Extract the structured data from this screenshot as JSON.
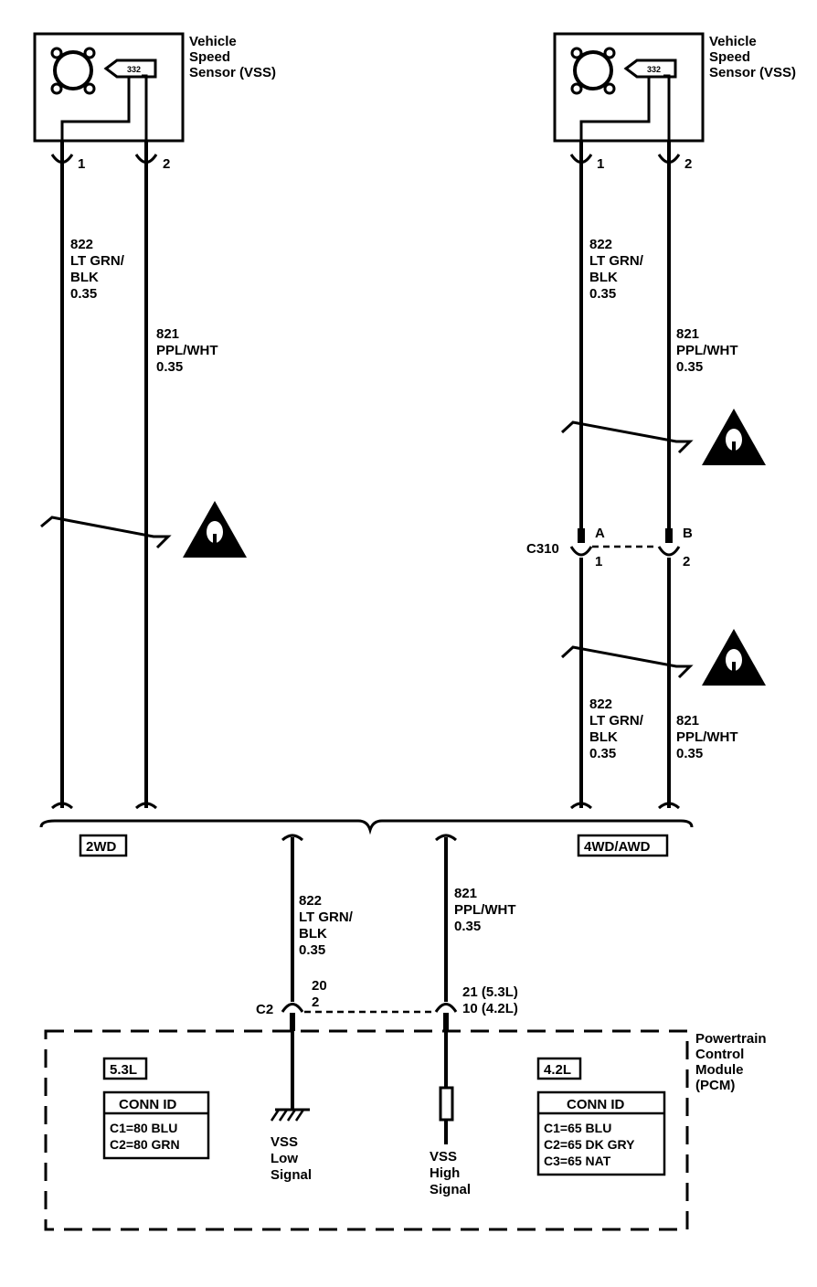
{
  "sensor_left": {
    "title": [
      "Vehicle",
      "Speed",
      "Sensor (VSS)"
    ],
    "pin1": "1",
    "pin2": "2"
  },
  "sensor_right": {
    "title": [
      "Vehicle",
      "Speed",
      "Sensor (VSS)"
    ],
    "pin1": "1",
    "pin2": "2"
  },
  "wire_822": [
    "822",
    "LT GRN/",
    "BLK",
    "0.35"
  ],
  "wire_821": [
    "821",
    "PPL/WHT",
    "0.35"
  ],
  "connector_c310": {
    "name": "C310",
    "pin_a_top": "A",
    "pin_a_bottom": "1",
    "pin_b_top": "B",
    "pin_b_bottom": "2"
  },
  "options": {
    "left": "2WD",
    "right": "4WD/AWD"
  },
  "connector_c2": {
    "name": "C2",
    "pin_822_line1": "20",
    "pin_822_line2": "2",
    "pin_821_line1": "21 (5.3L)",
    "pin_821_line2": "10 (4.2L)"
  },
  "pcm": {
    "title": [
      "Powertrain",
      "Control",
      "Module",
      "(PCM)"
    ],
    "engine_53": "5.3L",
    "engine_42": "4.2L",
    "conn_id_header": "CONN ID",
    "conn_53": [
      "C1=80 BLU",
      "C2=80 GRN"
    ],
    "conn_42": [
      "C1=65 BLU",
      "C2=65 DK GRY",
      "C3=65 NAT"
    ],
    "vss_low": [
      "VSS",
      "Low",
      "Signal"
    ],
    "vss_high": [
      "VSS",
      "High",
      "Signal"
    ]
  },
  "icons": [
    "vss-sensor-icon",
    "caution-triangle-icon",
    "ground-icon",
    "resistor-icon"
  ]
}
